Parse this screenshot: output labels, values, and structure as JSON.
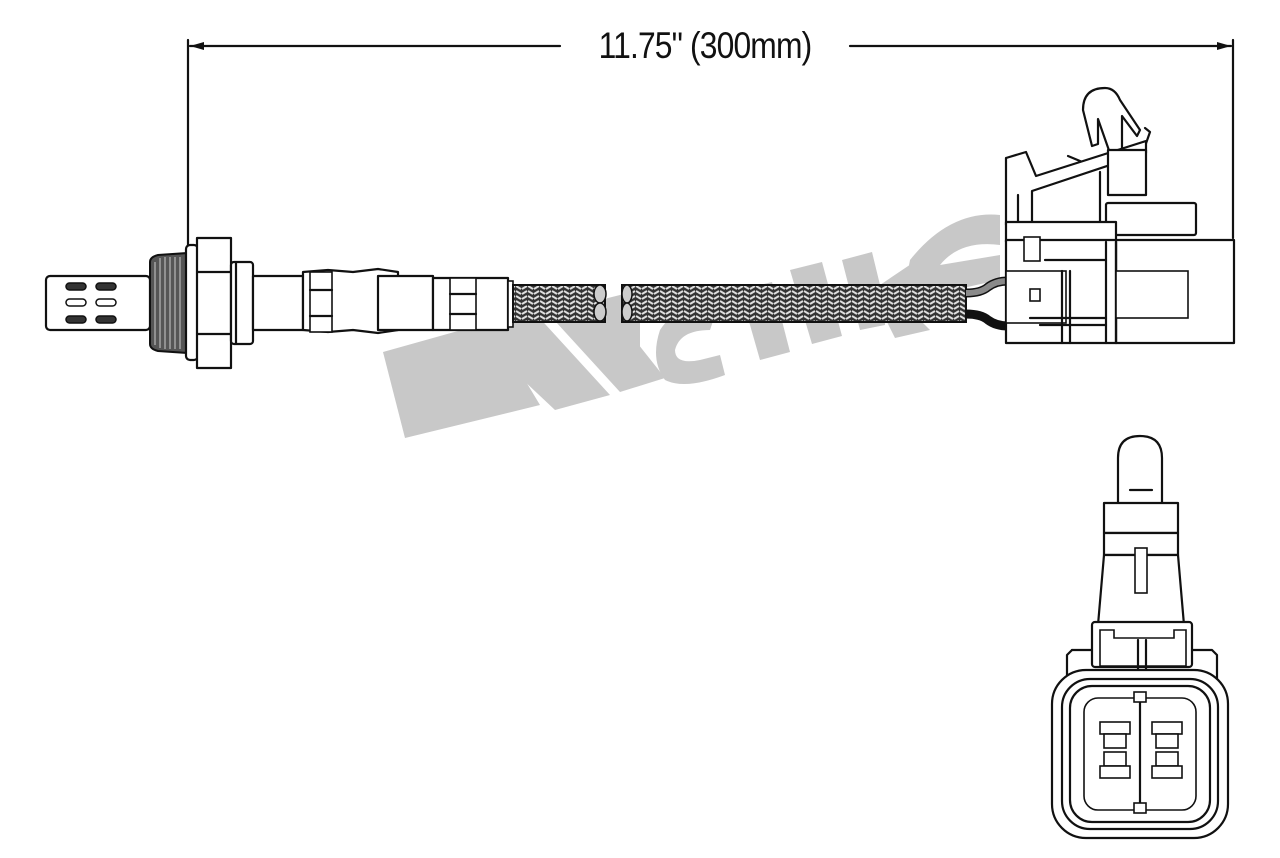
{
  "diagram": {
    "subject": "oxygen sensor with braided cable and 4-pin connector",
    "dimension": {
      "label": "11.75\" (300mm)",
      "inches": 11.75,
      "millimeters": 300
    },
    "watermark": {
      "text": "Walker",
      "color": "#c8c8c8"
    },
    "views": [
      {
        "name": "side-view",
        "parts": [
          "sensor-tip",
          "threaded-body",
          "hex-nut",
          "sensor-shell",
          "crimp-sleeves",
          "braided-cable",
          "wire-leads",
          "connector-side"
        ]
      },
      {
        "name": "connector-face-view",
        "parts": [
          "locking-clip",
          "connector-housing",
          "terminal-cavities"
        ]
      }
    ],
    "wire_colors": [
      "#8a8a8a",
      "#111111"
    ],
    "colors": {
      "line": "#111111",
      "background": "#ffffff",
      "braid_dark": "#333333",
      "braid_light": "#dddddd"
    }
  }
}
